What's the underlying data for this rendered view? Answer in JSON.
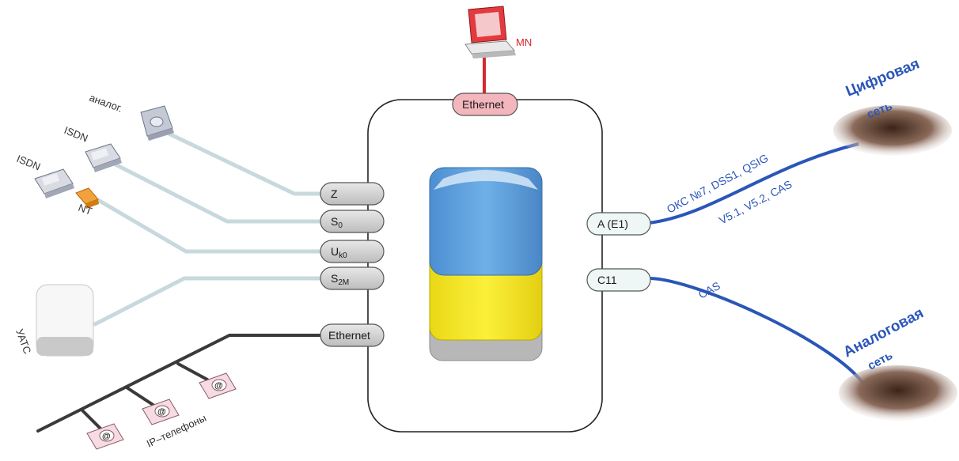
{
  "monitor": {
    "label": "MN"
  },
  "system": {
    "ethernet_top": "Ethernet"
  },
  "left_ports": {
    "z": {
      "main": "Z",
      "sub": ""
    },
    "s0": {
      "main": "S",
      "sub": "0"
    },
    "uk0": {
      "main": "U",
      "sub": "k0"
    },
    "s2m": {
      "main": "S",
      "sub": "2M"
    },
    "ethernet": {
      "main": "Ethernet",
      "sub": ""
    }
  },
  "right_ports": {
    "a_e1": "A (E1)",
    "c11": "C11"
  },
  "devices": {
    "analog": "аналог.",
    "isdn1": "ISDN",
    "isdn2": "ISDN",
    "nt": "NT",
    "uats": "УАТС",
    "ip_phones": "IP–телефоны",
    "ip_symbol": "@"
  },
  "networks": {
    "digital": {
      "line1": "Цифровая",
      "line2": "сеть"
    },
    "analog": {
      "line1": "Аналоговая",
      "line2": "сеть"
    }
  },
  "protocols": {
    "digital_1": "ОКС №7, DSS1, QSIG",
    "digital_2": "V5.1, V5.2, CAS",
    "analog": "CAS"
  },
  "colors": {
    "blue_block": "#5b9bd5",
    "yellow_block": "#f5e622",
    "gray_block": "#bdbdbd",
    "red_line": "#d6282f",
    "trunk_blue": "#2a56b8",
    "subscriber_line": "#c8d9dd",
    "ethernet_bus": "#3a3a3a"
  }
}
